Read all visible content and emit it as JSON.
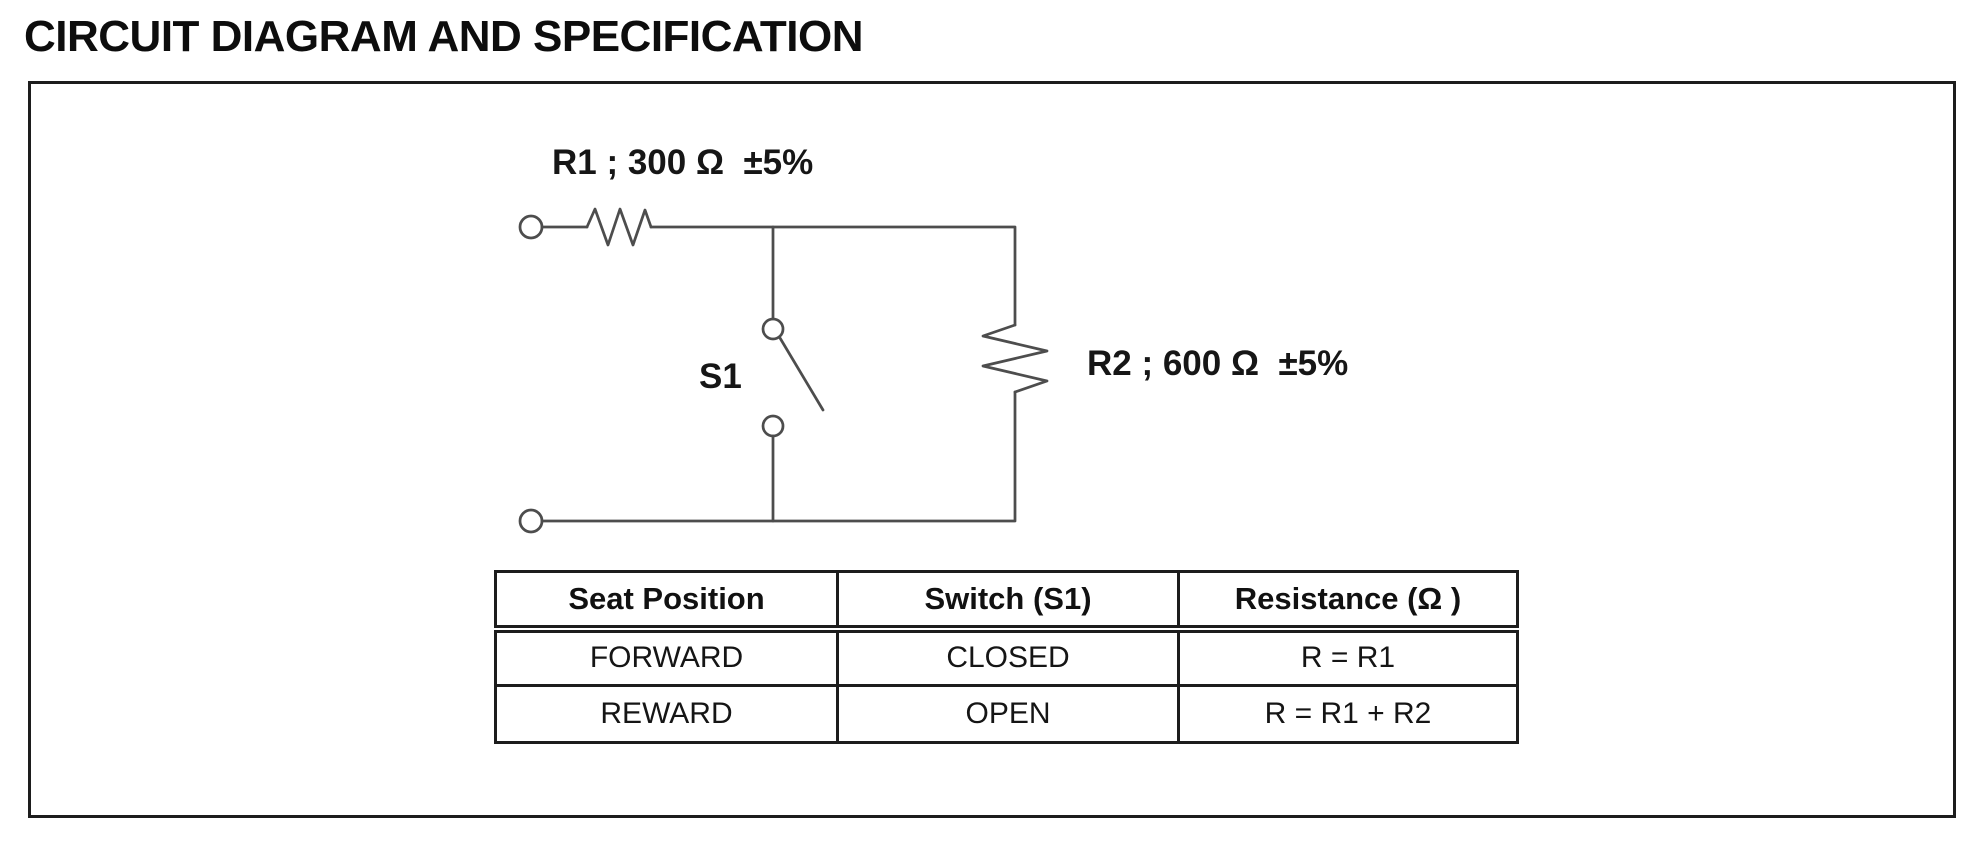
{
  "title": "CIRCUIT DIAGRAM AND SPECIFICATION",
  "circuit": {
    "r1_label": "R1 ; 300 Ω  ±5%",
    "r2_label": "R2 ; 600 Ω  ±5%",
    "s1_label": "S1"
  },
  "spec_table": {
    "headers": [
      "Seat Position",
      "Switch (S1)",
      "Resistance (Ω )"
    ],
    "rows": [
      [
        "FORWARD",
        "CLOSED",
        "R = R1"
      ],
      [
        "REWARD",
        "OPEN",
        "R = R1 + R2"
      ]
    ]
  },
  "colors": {
    "text": "#111111",
    "wire": "#4d4d4d",
    "border": "#1d1d1d",
    "background": "#ffffff"
  }
}
